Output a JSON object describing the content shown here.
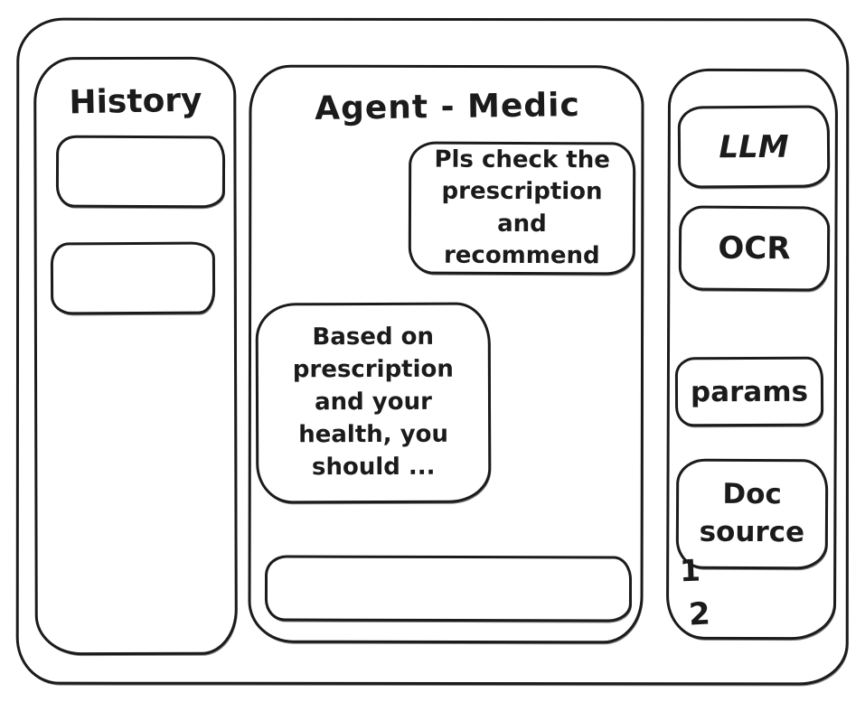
{
  "history_panel": {
    "title": "History",
    "items": [
      {
        "label": ""
      },
      {
        "label": ""
      }
    ]
  },
  "chat_panel": {
    "title": "Agent - Medic",
    "messages": [
      {
        "role": "user",
        "text": "Pls check the prescription and recommend"
      },
      {
        "role": "assistant",
        "text": "Based on prescription and your health, you should ..."
      }
    ],
    "input": {
      "value": ""
    }
  },
  "tools_panel": {
    "buttons": [
      {
        "label": "LLM"
      },
      {
        "label": "OCR"
      },
      {
        "label": "params"
      },
      {
        "label": "Doc source"
      }
    ],
    "annotations": [
      {
        "label": "1"
      },
      {
        "label": "2"
      }
    ]
  }
}
